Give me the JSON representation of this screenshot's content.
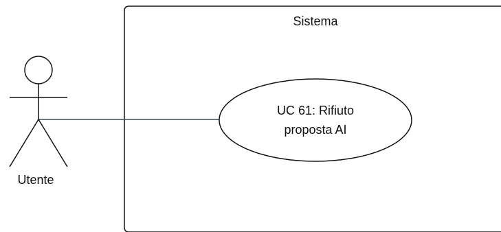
{
  "diagram": {
    "system": {
      "title": "Sistema"
    },
    "actor": {
      "name": "Utente"
    },
    "use_case": {
      "line1": "UC 61: Rifiuto",
      "line2": "proposta AI"
    },
    "colors": {
      "stroke": "#111111",
      "association": "#3a4a5a",
      "background": "#ffffff"
    }
  }
}
